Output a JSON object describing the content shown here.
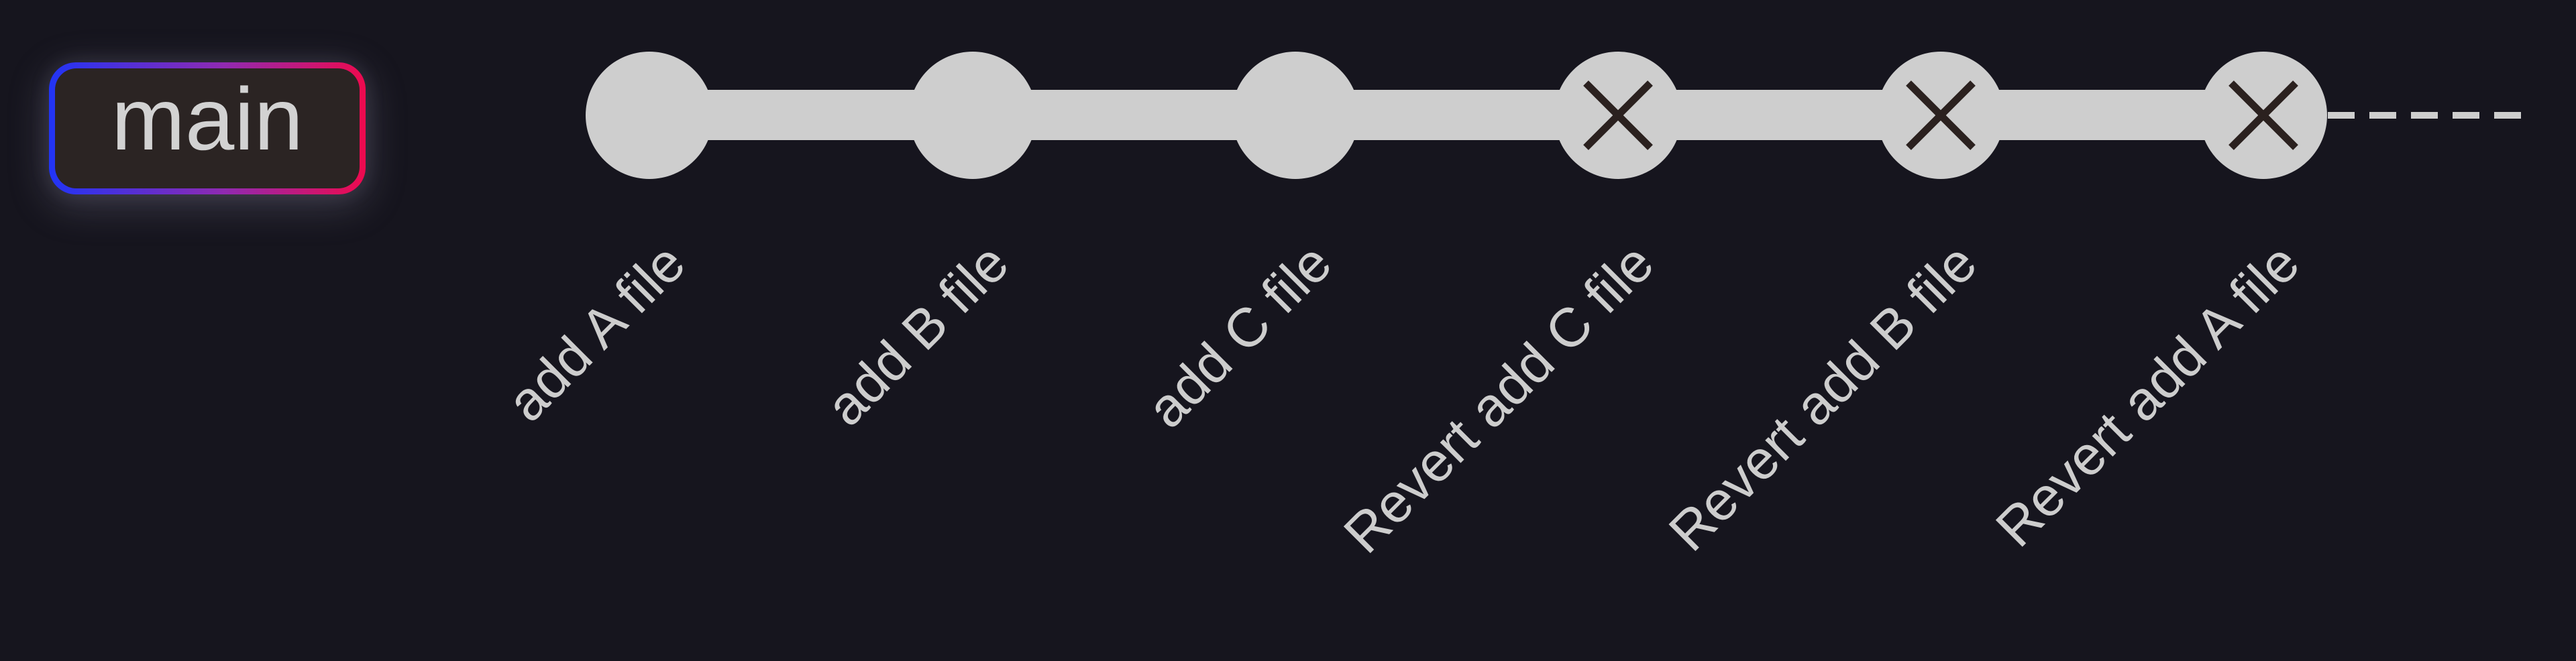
{
  "diagram": {
    "kind": "git-commit-graph",
    "branch": {
      "label": "main"
    },
    "commits": [
      {
        "message": "add A file",
        "type": "commit"
      },
      {
        "message": "add B file",
        "type": "commit"
      },
      {
        "message": "add C file",
        "type": "commit"
      },
      {
        "message": "Revert add C file",
        "type": "revert"
      },
      {
        "message": "Revert add B file",
        "type": "revert"
      },
      {
        "message": "Revert add A file",
        "type": "revert"
      }
    ],
    "future_indicator": "dashed-line"
  },
  "icons": {
    "revert_commit": "x-cross-icon"
  },
  "colors": {
    "background": "#16151e",
    "node_fill": "#cecece",
    "line": "#cecece",
    "label_text": "#cdcdcd",
    "revert_x": "#2b211f",
    "branch_label_bg": "#2b2423",
    "branch_label_text": "#d2d2d2",
    "branch_border_gradient_start": "#2134f5",
    "branch_border_gradient_end": "#ee0a4e"
  }
}
